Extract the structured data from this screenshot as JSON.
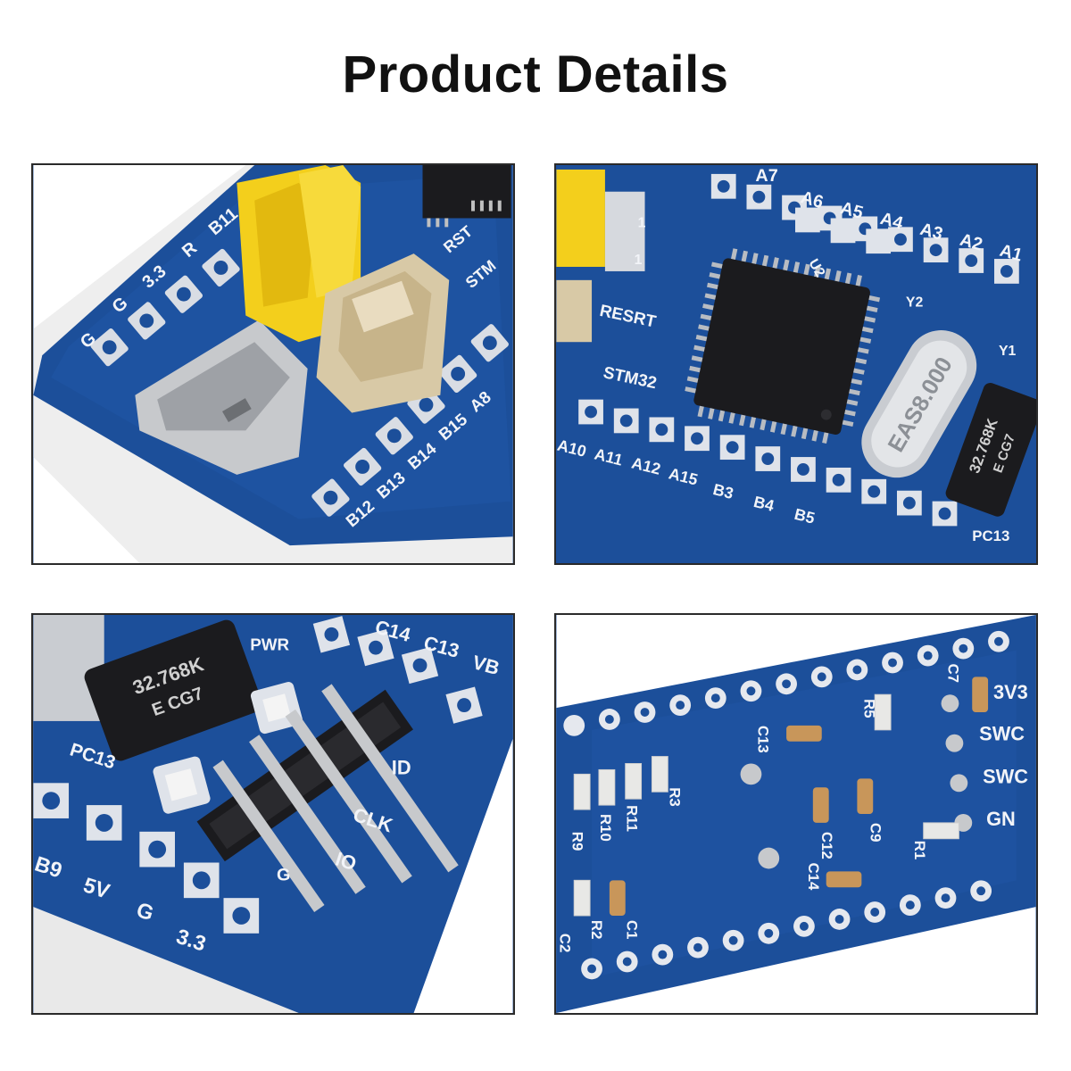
{
  "title": "Product Details",
  "panels": {
    "top_left": {
      "labels": {
        "l_g": "G",
        "l_g2": "G",
        "l_33": "3.3",
        "l_r": "R",
        "l_b11": "B11",
        "l_rst": "RST",
        "l_stm": "STM",
        "l_b12": "B12",
        "l_b13": "B13",
        "l_b14": "B14",
        "l_b15": "B15",
        "l_a8": "A8"
      }
    },
    "top_right": {
      "labels": {
        "a7": "A7",
        "a6": "A6",
        "a5": "A5",
        "a4": "A4",
        "a3": "A3",
        "a2": "A2",
        "a1": "A1",
        "u2": "U2",
        "y2": "Y2",
        "y1": "Y1",
        "resrt": "RESRT",
        "stm32": "STM32",
        "one_a": "1",
        "one_b": "1",
        "a10": "A10",
        "a11": "A11",
        "a12": "A12",
        "a15": "A15",
        "b3": "B3",
        "b4": "B4",
        "b5": "B5",
        "crystal": "EAS8.000",
        "osc_1": "32.768K",
        "osc_2": "E  CG7",
        "pc13": "PC13"
      }
    },
    "bottom_left": {
      "labels": {
        "pwr": "PWR",
        "c14": "C14",
        "c13": "C13",
        "vb": "VB",
        "pc13": "PC13",
        "io": "IO",
        "clk": "CLK",
        "id": "ID",
        "g3": "G",
        "b9": "B9",
        "v5": "5V",
        "g": "G",
        "v33": "3.3",
        "osc_1": "32.768K",
        "osc_2": "E  CG7"
      }
    },
    "bottom_right": {
      "labels": {
        "c13": "C13",
        "r5": "R5",
        "c7": "C7",
        "v3": "3V3",
        "swc1": "SWC",
        "swc2": "SWC",
        "gn": "GN",
        "r9": "R9",
        "r10": "R10",
        "r11": "R11",
        "r3": "R3",
        "c12": "C12",
        "c9": "C9",
        "c14": "C14",
        "r1": "R1",
        "r2": "R2",
        "c1": "C1",
        "c2": "C2"
      }
    }
  },
  "colors": {
    "pcb_blue": "#1c4f9a",
    "pcb_dark": "#143f80",
    "silkscreen": "#f2f4f8",
    "jumper_yellow": "#f3cf1c",
    "chip_black": "#1b1b1e"
  }
}
